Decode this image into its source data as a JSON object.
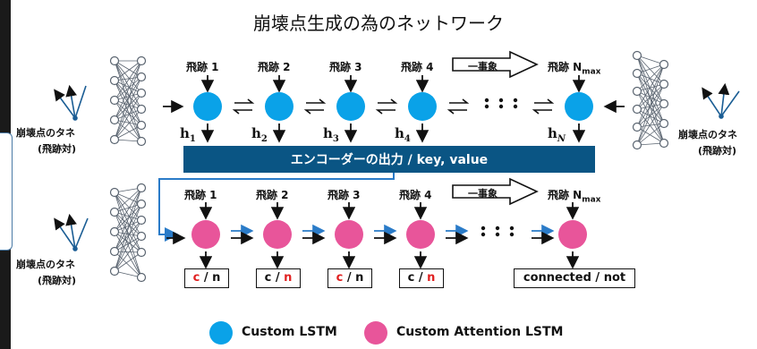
{
  "title": "崩壊点生成の為のネットワーク",
  "encoder": {
    "tracks": [
      "飛跡 1",
      "飛跡 2",
      "飛跡 3",
      "飛跡 4"
    ],
    "track_last": "飛跡 N",
    "track_last_sub": "max",
    "h_labels": [
      "h",
      "h",
      "h",
      "h"
    ],
    "h_subs": [
      "1",
      "2",
      "3",
      "4"
    ],
    "h_last": "h",
    "h_last_sub": "N"
  },
  "decoder": {
    "tracks": [
      "飛跡 1",
      "飛跡 2",
      "飛跡 3",
      "飛跡 4"
    ],
    "track_last": "飛跡 N",
    "track_last_sub": "max",
    "outputs": [
      {
        "c": "c",
        "sep": " / ",
        "n": "n"
      },
      {
        "c": "c",
        "sep": " / ",
        "n": "n"
      },
      {
        "c": "c",
        "sep": " / ",
        "n": "n"
      },
      {
        "c": "c",
        "sep": " / ",
        "n": "n"
      }
    ],
    "output_last": "connected / not"
  },
  "event_label": "一事象",
  "encoder_output": "エンコーダーの出力 / key, value",
  "seeds": {
    "label": "崩壊点のタネ",
    "sub": "(飛跡対)"
  },
  "legend": [
    {
      "label": "Custom LSTM",
      "color": "#0aa2e8"
    },
    {
      "label": "Custom Attention LSTM",
      "color": "#e8559a"
    }
  ]
}
